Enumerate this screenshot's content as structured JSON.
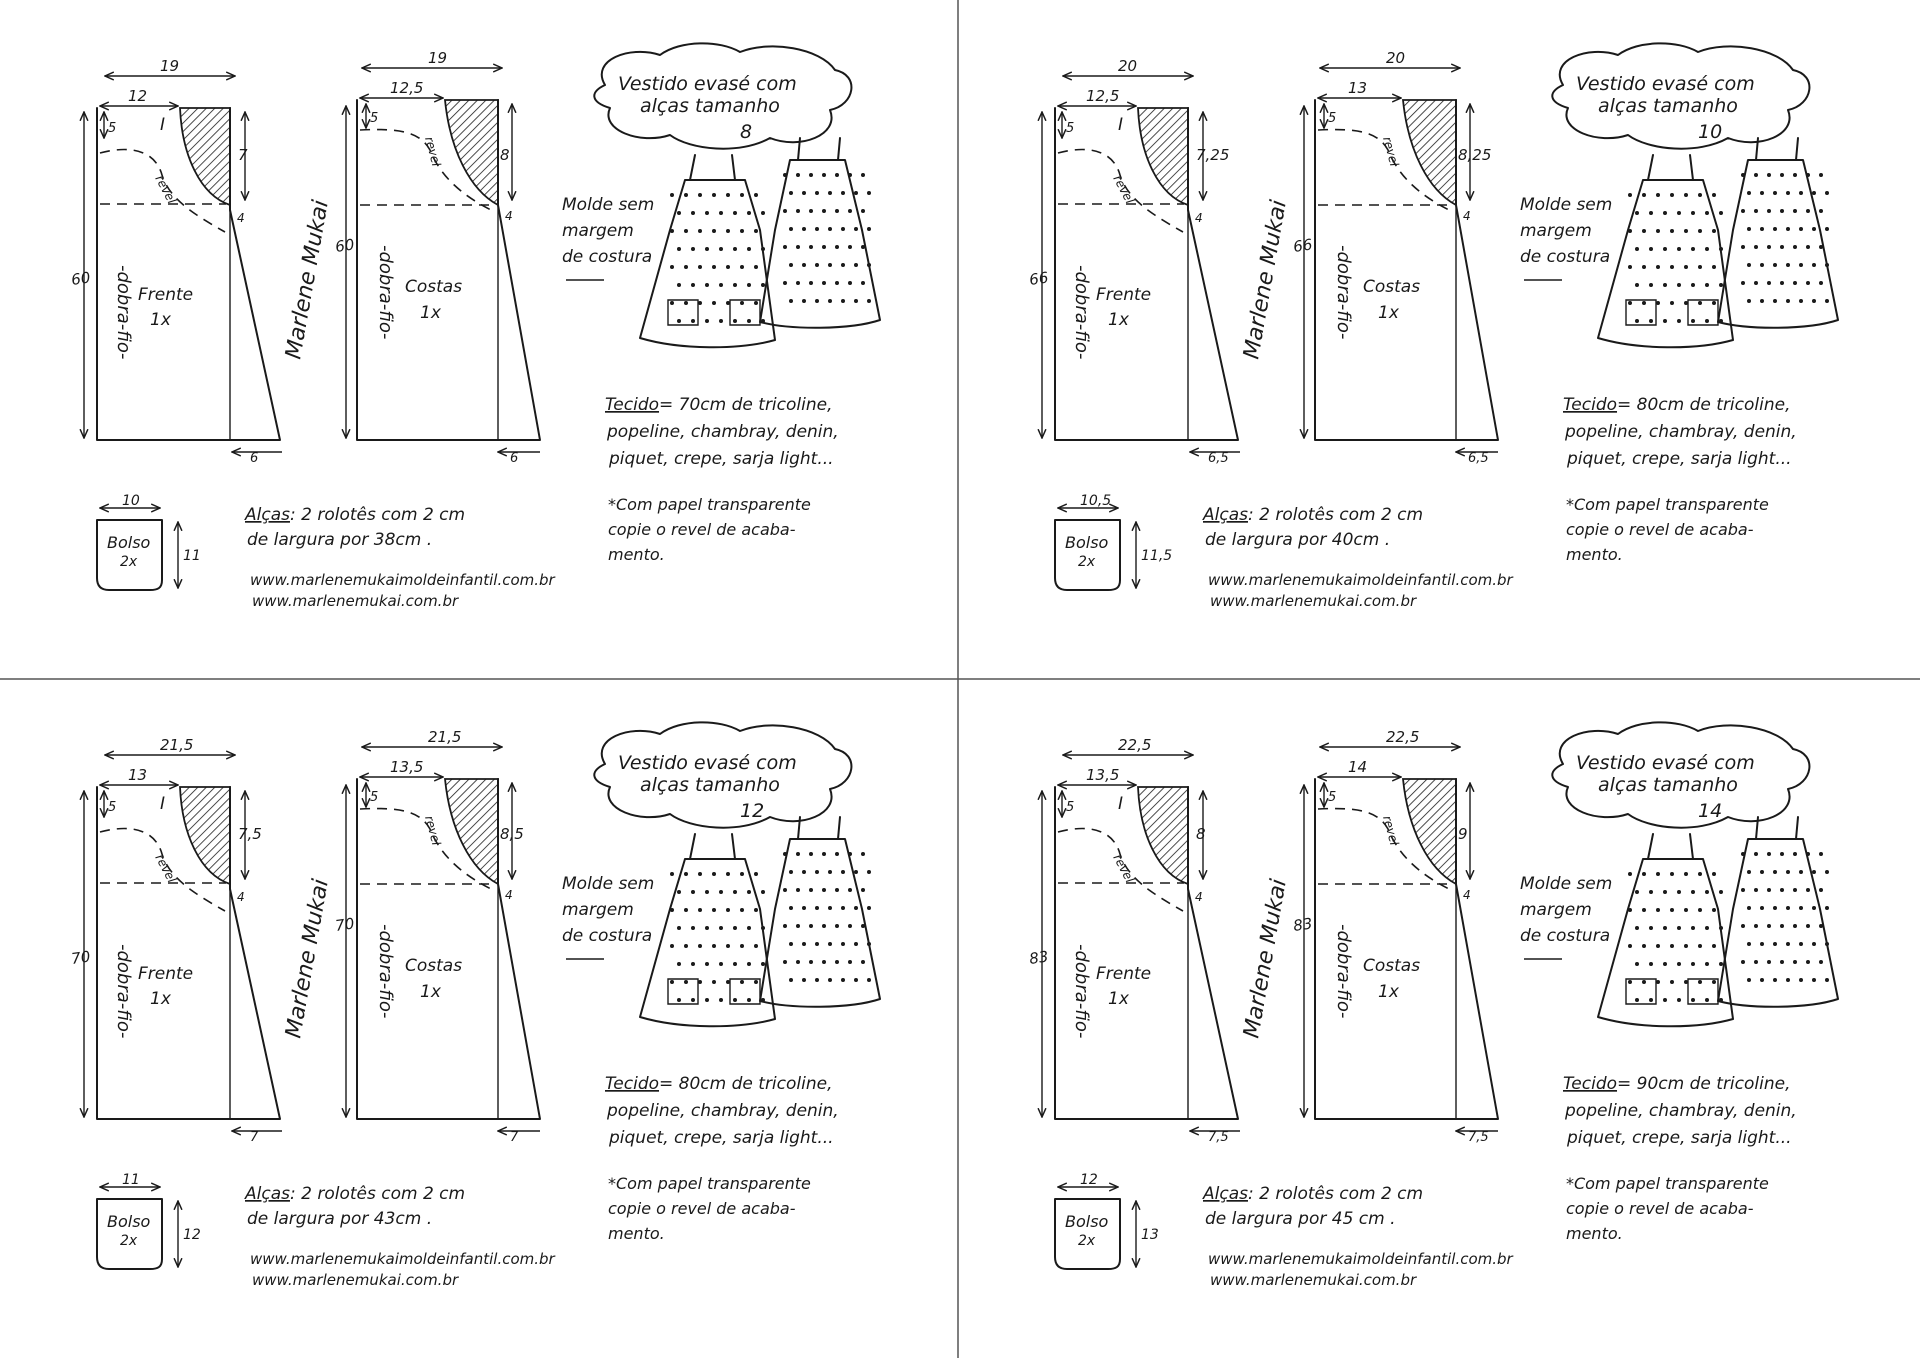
{
  "common": {
    "title_line1": "Vestido evasé com",
    "title_line2": "alças tamanho",
    "molde": [
      "Molde sem",
      "margem",
      "de costura"
    ],
    "front_name": "Frente",
    "back_name": "Costas",
    "qty1": "1x",
    "qty2": "2x",
    "pocket_name": "Bolso",
    "fold": "-dobra-fio-",
    "revel": "revel",
    "mark_i": "I",
    "small_5": "5",
    "small_4": "4",
    "tecido_label": "Tecido",
    "fabric_rest": [
      "popeline, chambray, denin,",
      "piquet, crepe, sarja light..."
    ],
    "note": [
      "*Com papel transparente",
      "copie o revel de acaba-",
      "mento."
    ],
    "alcas_label": "Alças",
    "alcas_pre": ": 2 rolotês com 2 cm",
    "url1": "www.marlenemukaimoldeinfantil.com.br",
    "url2": "www.marlenemukai.com.br",
    "signature": "Marlene Mukai"
  },
  "panels": [
    {
      "size": "8",
      "top_width": "19",
      "front_top": "12",
      "back_top": "12,5",
      "front_depth": "7",
      "back_depth": "8",
      "length": "60",
      "hem": "6",
      "pocket_w": "10",
      "pocket_h": "11",
      "fabric": "70cm",
      "strap": "38cm"
    },
    {
      "size": "10",
      "top_width": "20",
      "front_top": "12,5",
      "back_top": "13",
      "front_depth": "7,25",
      "back_depth": "8,25",
      "length": "66",
      "hem": "6,5",
      "pocket_w": "10,5",
      "pocket_h": "11,5",
      "fabric": "80cm",
      "strap": "40cm"
    },
    {
      "size": "12",
      "top_width": "21,5",
      "front_top": "13",
      "back_top": "13,5",
      "front_depth": "7,5",
      "back_depth": "8,5",
      "length": "70",
      "hem": "7",
      "pocket_w": "11",
      "pocket_h": "12",
      "fabric": "80cm",
      "strap": "43cm"
    },
    {
      "size": "14",
      "top_width": "22,5",
      "front_top": "13,5",
      "back_top": "14",
      "front_depth": "8",
      "back_depth": "9",
      "length": "83",
      "hem": "7,5",
      "pocket_w": "12",
      "pocket_h": "13",
      "fabric": "90cm",
      "strap": "45 cm"
    }
  ]
}
